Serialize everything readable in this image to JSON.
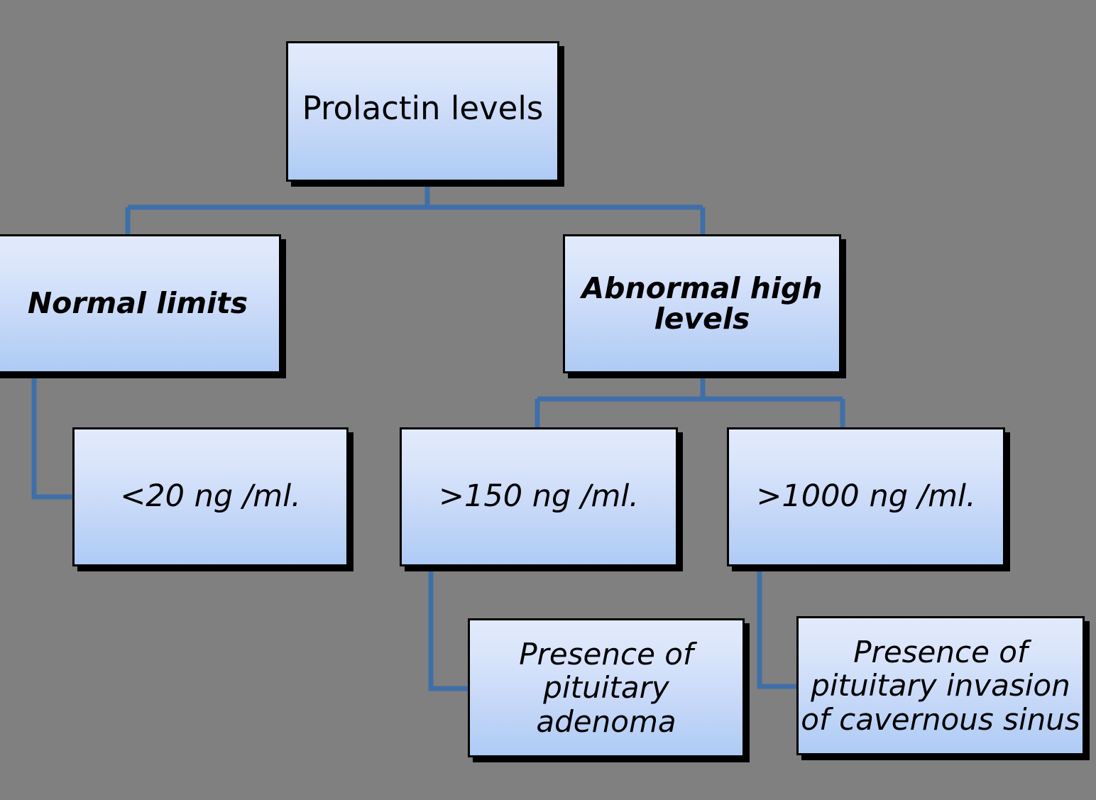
{
  "diagram": {
    "title": "Prolactin levels decision flowchart",
    "background_color": "#808080",
    "box_fill_top": "#e2eafc",
    "box_fill_bottom": "#aecbf5",
    "box_border_color": "#000000",
    "connector_color": "#3f6fa8",
    "nodes": {
      "prolactin_levels": "Prolactin levels",
      "normal_limits": "Normal limits",
      "abnormal_high_levels": "Abnormal high\nlevels",
      "lt_20": "<20 ng /ml.",
      "gt_150": ">150 ng /ml.",
      "gt_1000": ">1000 ng /ml.",
      "adenoma": "Presence of\npituitary adenoma",
      "cavernous_sinus": "Presence of\npituitary invasion\nof cavernous sinus"
    },
    "edges": [
      {
        "from": "prolactin_levels",
        "to": "normal_limits"
      },
      {
        "from": "prolactin_levels",
        "to": "abnormal_high_levels"
      },
      {
        "from": "normal_limits",
        "to": "lt_20"
      },
      {
        "from": "abnormal_high_levels",
        "to": "gt_150"
      },
      {
        "from": "abnormal_high_levels",
        "to": "gt_1000"
      },
      {
        "from": "gt_150",
        "to": "adenoma"
      },
      {
        "from": "gt_1000",
        "to": "cavernous_sinus"
      }
    ]
  }
}
